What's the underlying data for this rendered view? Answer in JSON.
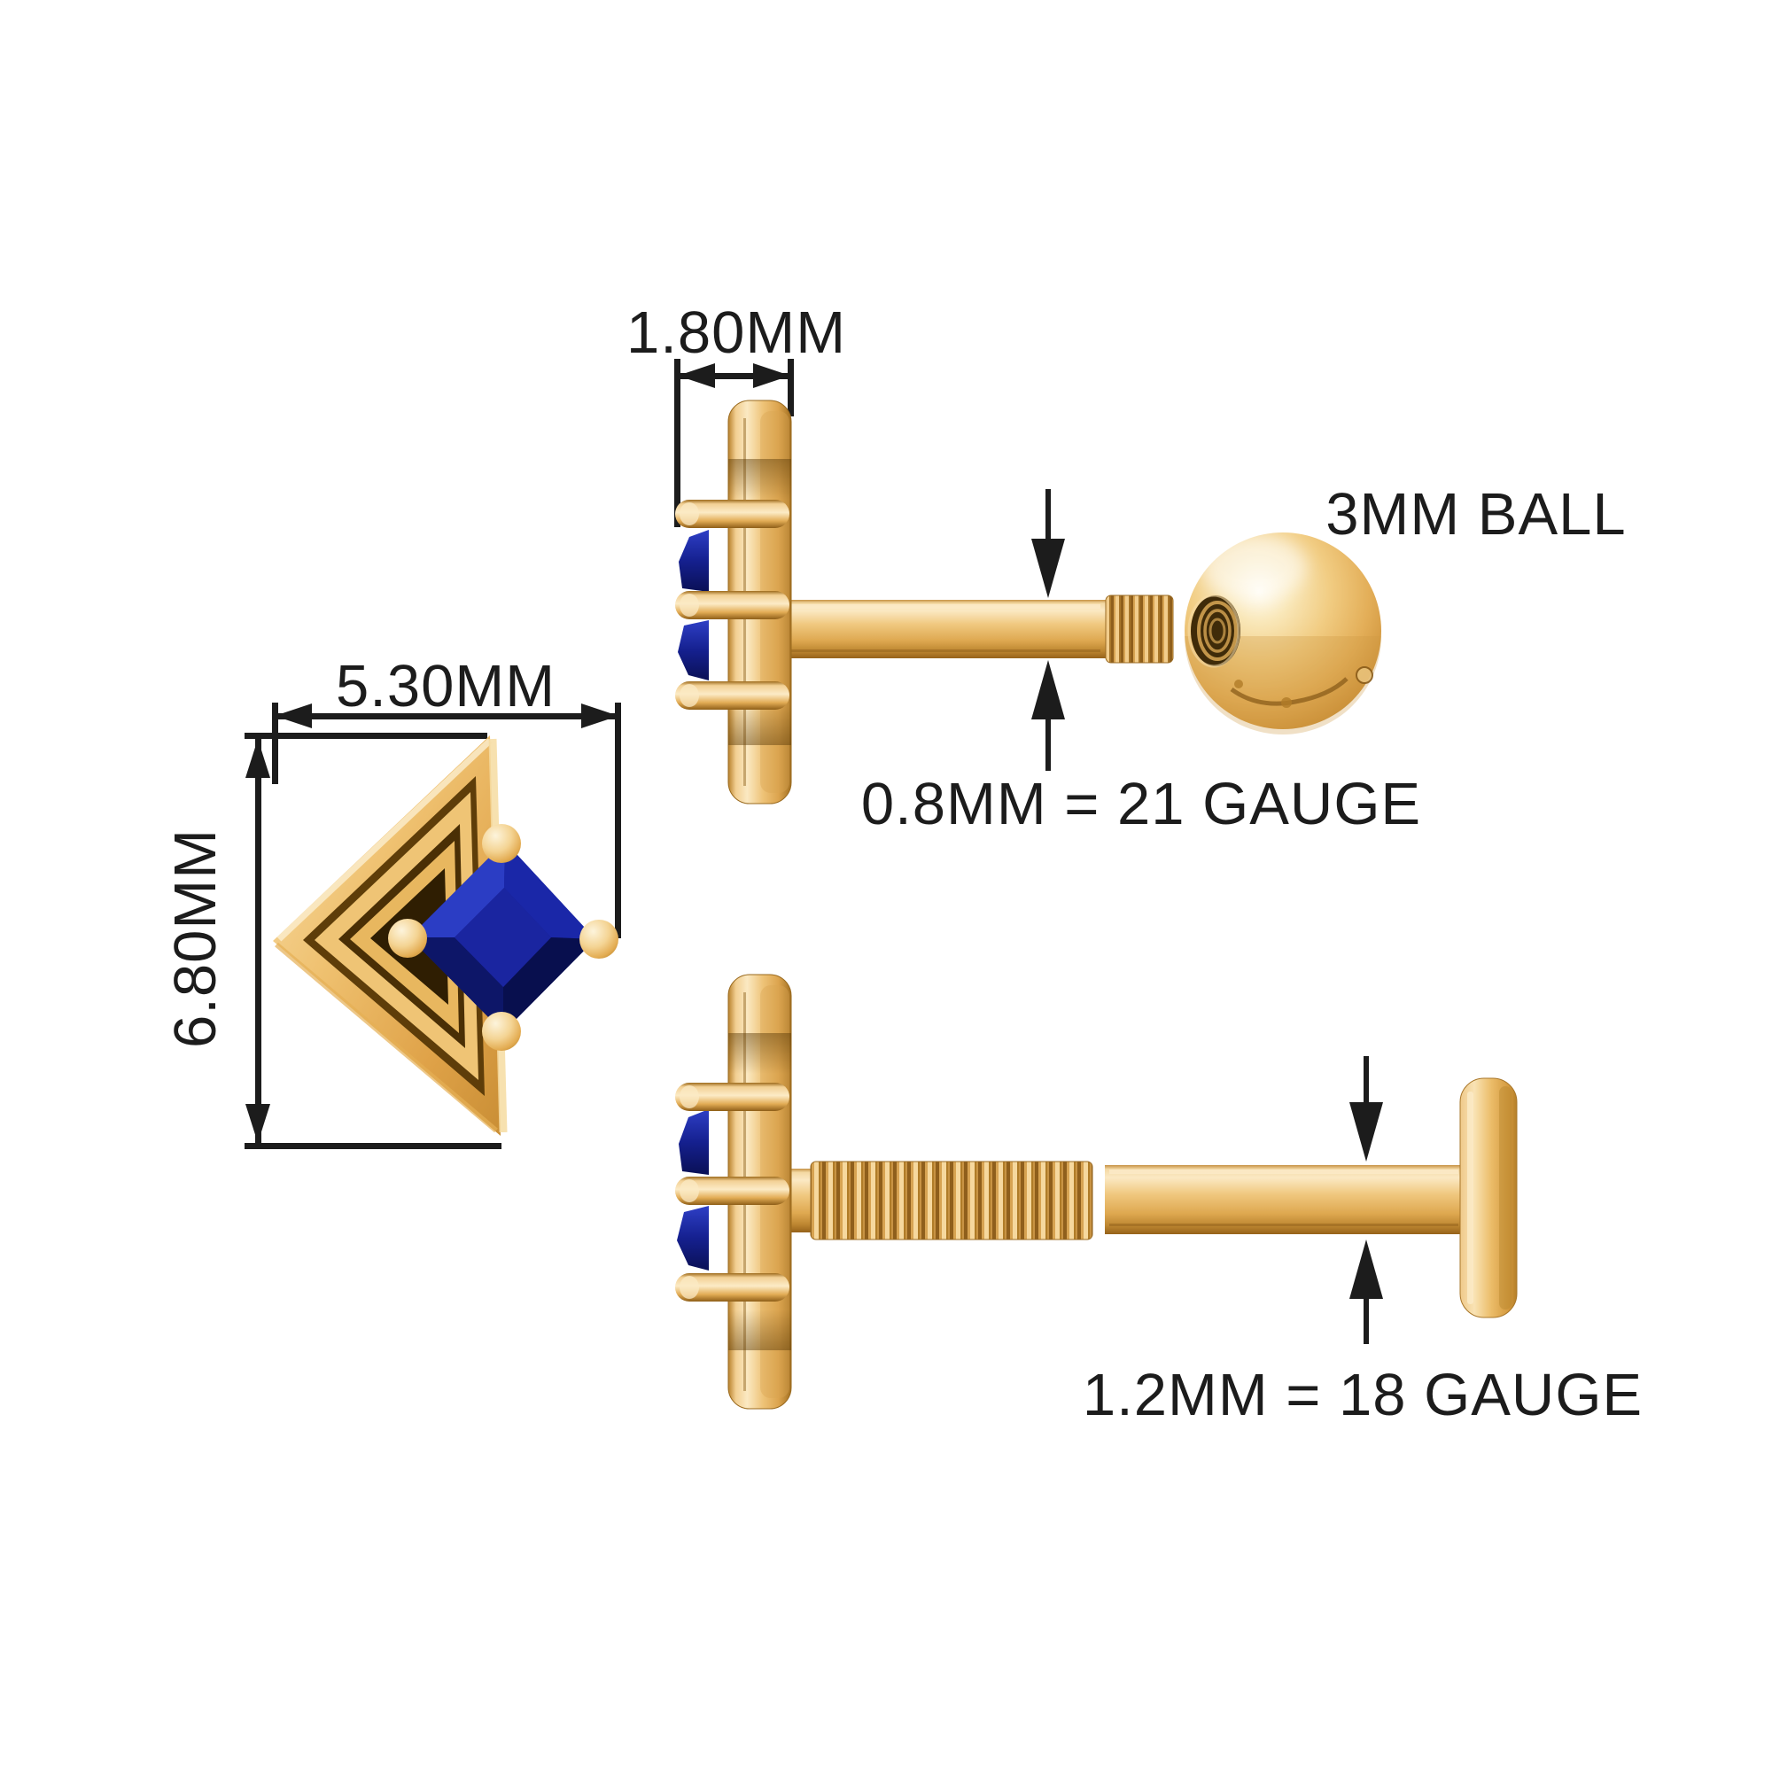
{
  "labels": {
    "head_width": "1.80MM",
    "front_width": "5.30MM",
    "front_height": "6.80MM",
    "ball": "3MM BALL",
    "top_post_gauge": "0.8MM = 21 GAUGE",
    "bottom_post_gauge": "1.2MM = 18 GAUGE"
  },
  "colors": {
    "background": "#FFFFFF",
    "line": "#1C1C1C",
    "gold_highlight": "#FBE9C2",
    "gold_light": "#F2CF92",
    "gold_mid": "#E8B864",
    "gold_deep": "#CE9640",
    "gold_dark": "#A06B22",
    "gold_shadow": "#5E3D09",
    "stone_blue_bright": "#2B3DC4",
    "stone_blue": "#16208F",
    "stone_blue_dark": "#0A1055"
  }
}
